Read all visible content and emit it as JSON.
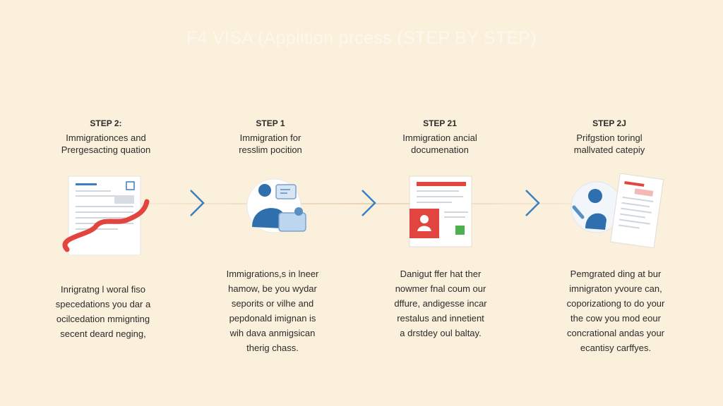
{
  "title": "F4 VISA (Appiition prcess (STEP BY STEP)",
  "steps": [
    {
      "number": "STEP 2:",
      "heading": [
        "Immigrationces and",
        "Prergesacting quation"
      ],
      "description": [
        "Inrigratng l woral fiso",
        "specedations you dar a",
        "ocilcedation mmignting",
        "secent deard neging,"
      ],
      "illustration": "document-with-red-ribbon"
    },
    {
      "number": "STEP 1",
      "heading": [
        "Immigration for",
        "resslim pocition"
      ],
      "description": [
        "Immigrations,s in lneer",
        "hamow, be you wydar",
        "seporits or vilhe and",
        "pepdonald imignan is",
        "wih dava anmigsican",
        "therig chass."
      ],
      "illustration": "person-with-documents"
    },
    {
      "number": "STEP 21",
      "heading": [
        "Immigration ancial",
        "documenation"
      ],
      "description": [
        "Danigut ffer hat ther",
        "nowmer fnal coum our",
        "dffure, andigesse incar",
        "restalus and innetient",
        "a drstdey oul baltay."
      ],
      "illustration": "id-document"
    },
    {
      "number": "STEP 2J",
      "heading": [
        "Prifgstion toringl",
        "mallvated catepiy"
      ],
      "description": [
        "Pemgrated ding at bur",
        "imnigraton yvoure can,",
        "coporizationg to do your",
        "the cow you mod eour",
        "concrational andas your",
        "ecantisy carffyes."
      ],
      "illustration": "person-with-papers"
    }
  ],
  "colors": {
    "background": "#fbf0dc",
    "accent_blue": "#3a7fc1",
    "accent_red": "#e2443f",
    "accent_green": "#4caf50"
  }
}
